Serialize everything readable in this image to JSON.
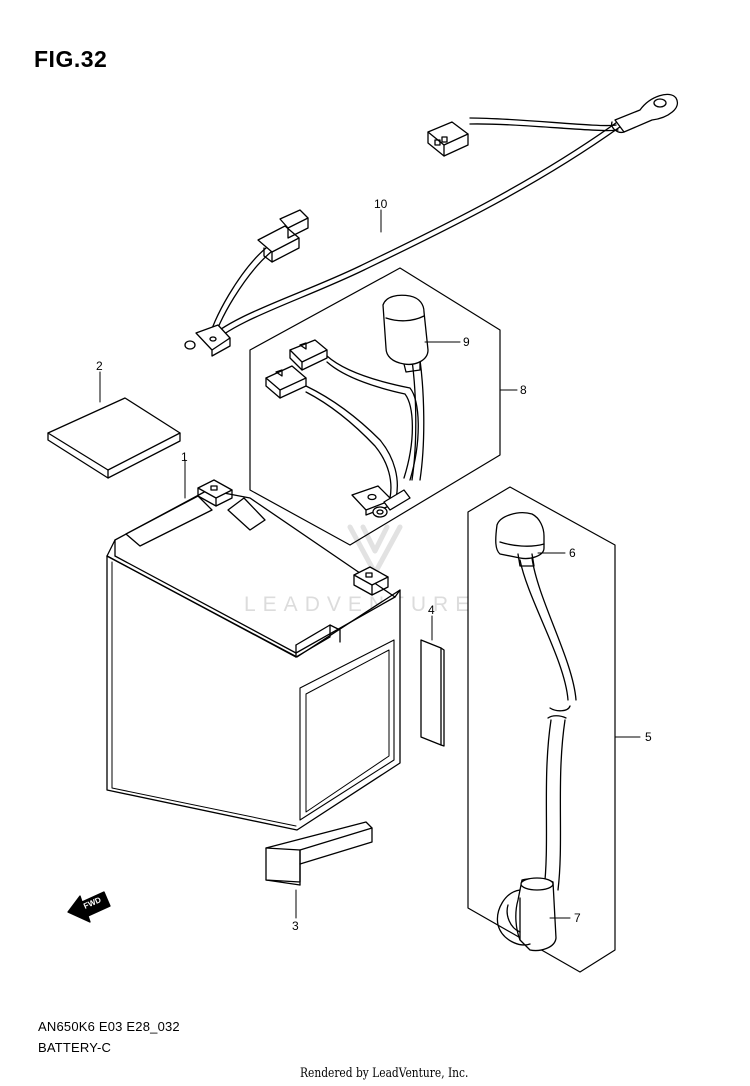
{
  "figure": {
    "title": "FIG.32"
  },
  "footer": {
    "model_code": "AN650K6 E03 E28_032",
    "section_name": "BATTERY-C",
    "rendered_by": "Rendered by LeadVenture, Inc."
  },
  "watermark": {
    "text": "LEADVENTURE"
  },
  "fwd_arrow": {
    "label": "FWD"
  },
  "callouts": [
    {
      "number": "1",
      "part": "battery"
    },
    {
      "number": "2",
      "part": "battery-pad"
    },
    {
      "number": "3",
      "part": "battery-spacer"
    },
    {
      "number": "4",
      "part": "battery-side-pad"
    },
    {
      "number": "5",
      "part": "negative-battery-cable-assembly"
    },
    {
      "number": "6",
      "part": "negative-terminal-cover"
    },
    {
      "number": "7",
      "part": "negative-terminal-boot"
    },
    {
      "number": "8",
      "part": "positive-battery-lead-assembly"
    },
    {
      "number": "9",
      "part": "positive-terminal-cover"
    },
    {
      "number": "10",
      "part": "battery-wiring-harness"
    }
  ]
}
